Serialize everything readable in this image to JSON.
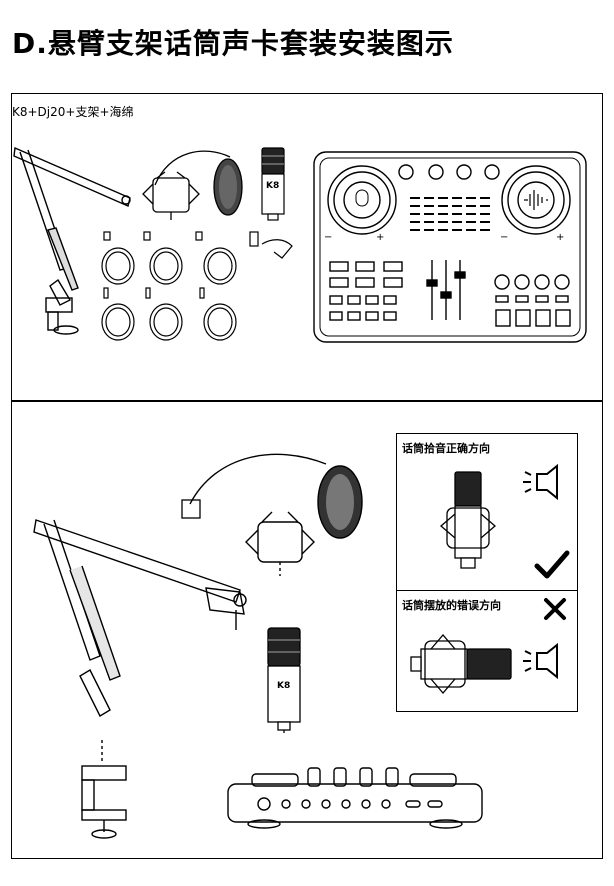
{
  "title": "D.悬臂支架话筒声卡套装安装图示",
  "kit": {
    "label": "K8+Dj20+支架+海绵",
    "mic_label": "K8"
  },
  "assembly": {
    "mic_label": "K8"
  },
  "orientation": {
    "correct_label": "话筒拾音正确方向",
    "wrong_label": "话筒摆放的错误方向"
  }
}
